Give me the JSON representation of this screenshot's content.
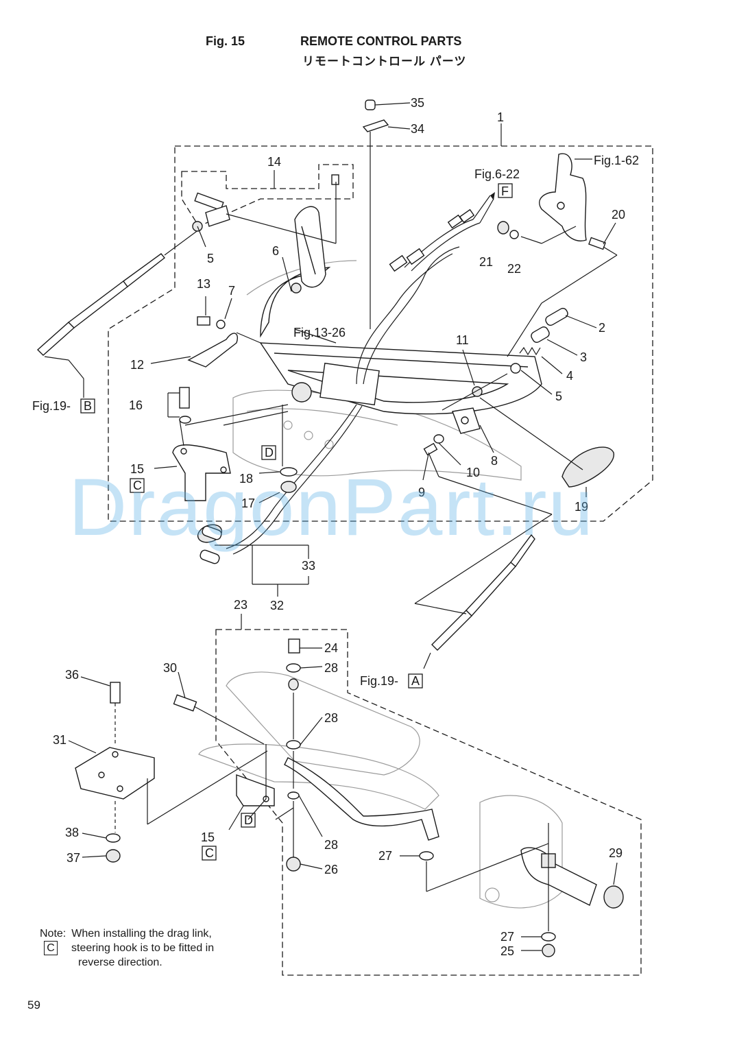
{
  "header": {
    "fig_label": "Fig. 15",
    "title": "REMOTE CONTROL PARTS",
    "title_jp": "リモートコントロール パーツ"
  },
  "callouts": {
    "c1": "1",
    "c2": "2",
    "c3": "3",
    "c4": "4",
    "c5a": "5",
    "c5b": "5",
    "c6": "6",
    "c7": "7",
    "c8": "8",
    "c9": "9",
    "c10": "10",
    "c11": "11",
    "c12": "12",
    "c13": "13",
    "c14": "14",
    "c15a": "15",
    "c15b": "15",
    "c16": "16",
    "c17": "17",
    "c18": "18",
    "c19": "19",
    "c20": "20",
    "c21": "21",
    "c22": "22",
    "c23": "23",
    "c24": "24",
    "c25": "25",
    "c26": "26",
    "c27a": "27",
    "c27b": "27",
    "c28a": "28",
    "c28b": "28",
    "c28c": "28",
    "c29": "29",
    "c30": "30",
    "c31": "31",
    "c32": "32",
    "c33": "33",
    "c34": "34",
    "c35": "35",
    "c36": "36",
    "c37": "37",
    "c38": "38"
  },
  "references": {
    "fig1_62": "Fig.1-62",
    "fig6_22": "Fig.6-22",
    "fig13_26": "Fig.13-26",
    "fig19": "Fig.19-",
    "box_f": "F",
    "box_b": "B",
    "box_a": "A",
    "box_c": "C",
    "box_d": "D"
  },
  "note": {
    "label": "Note:",
    "box": "C",
    "line1": "When installing the drag link,",
    "line2": "steering hook is to be fitted in",
    "line3": "reverse direction."
  },
  "watermark": "DragonPart.ru",
  "page_number": "59"
}
